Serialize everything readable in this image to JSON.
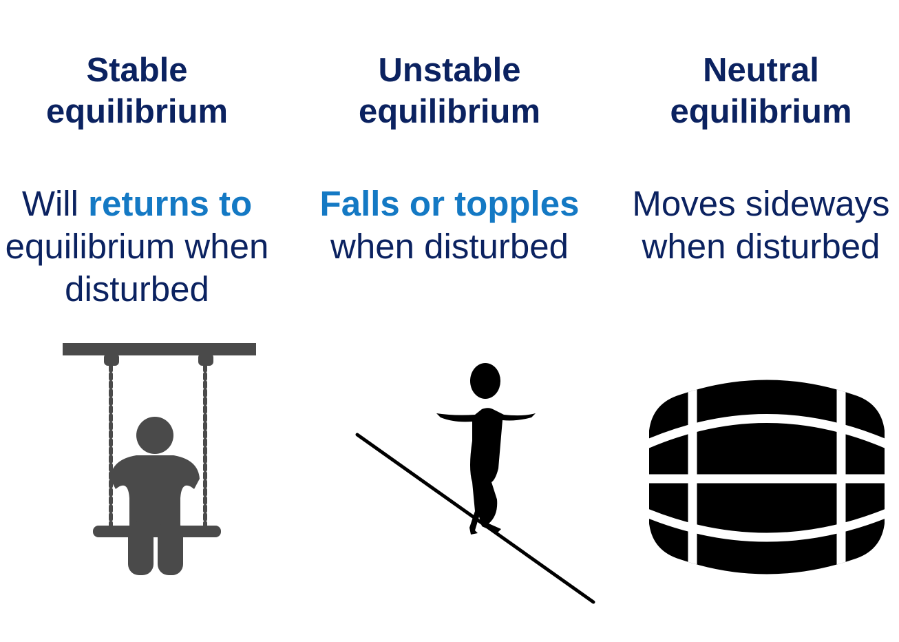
{
  "columns": [
    {
      "title_line1": "Stable",
      "title_line2": "equilibrium",
      "desc_pre": "Will ",
      "desc_highlight": "returns to",
      "desc_line2": "equilibrium when",
      "desc_line3": "disturbed",
      "icon": "swing-icon"
    },
    {
      "title_line1": "Unstable",
      "title_line2": "equilibrium",
      "desc_highlight": "Falls or topples",
      "desc_line2": "when disturbed",
      "icon": "tightrope-walker-icon"
    },
    {
      "title_line1": "Neutral",
      "title_line2": "equilibrium",
      "desc_line1": "Moves sideways",
      "desc_line2": "when disturbed",
      "icon": "barrel-icon"
    }
  ],
  "colors": {
    "title": "#0b2260",
    "highlight": "#1479c4",
    "swing": "#4a4a4a",
    "silhouette": "#000000"
  }
}
